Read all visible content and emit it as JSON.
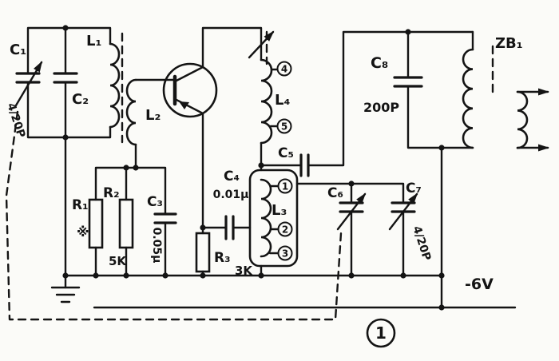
{
  "diagram": {
    "type": "hand-drawn radio converter schematic",
    "ink_color": "#141414",
    "paper_color": "#fbfbf8",
    "stage_badge": "1",
    "supply_label": "-6V",
    "components": {
      "c1": {
        "label": "C₁",
        "value": "4/20P"
      },
      "c2": {
        "label": "C₂"
      },
      "c3": {
        "label": "C₃",
        "value": "0.05μ"
      },
      "c4": {
        "label": "C₄",
        "value": "0.01μ"
      },
      "c5": {
        "label": "C₅"
      },
      "c6": {
        "label": "C₆"
      },
      "c7": {
        "label": "C₇",
        "value": "4/20P"
      },
      "c8": {
        "label": "C₈",
        "value": "200P"
      },
      "l1": {
        "label": "L₁"
      },
      "l2": {
        "label": "L₂"
      },
      "l3": {
        "label": "L₃",
        "terminals": [
          "1",
          "2",
          "3"
        ]
      },
      "l4": {
        "label": "L₄",
        "terminals": [
          "4",
          "5"
        ]
      },
      "r1": {
        "label": "R₁",
        "note": "※"
      },
      "r2": {
        "label": "R₂",
        "value": "5K"
      },
      "r3": {
        "label": "R₃",
        "value": "3K"
      },
      "zb1": {
        "label": "ZB₁"
      }
    }
  }
}
